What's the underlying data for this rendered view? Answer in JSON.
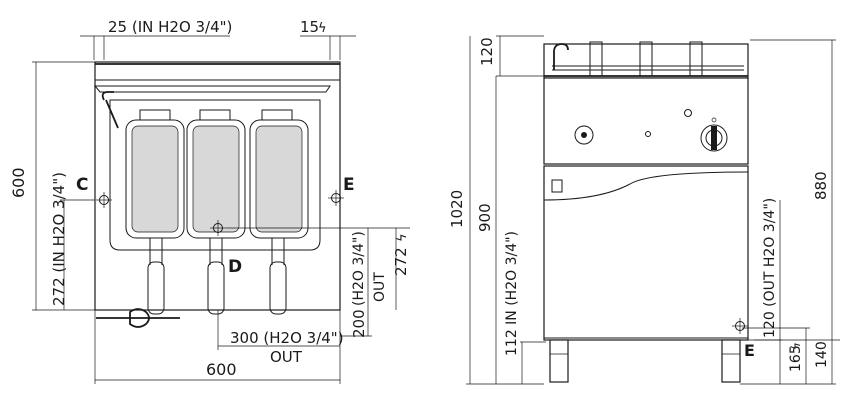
{
  "front_view": {
    "top_left_label": "25 (IN H2O 3/4\")",
    "top_right_label": "15",
    "height_label": "600",
    "left_lower_label": "272 (IN H2O 3/4\")",
    "marker_c": "C",
    "marker_e": "E",
    "marker_d": "D",
    "right_vertical_label": "272",
    "out_label_vertical": "(H2O 3/4\")",
    "out_word_vertical": "OUT",
    "lower_vertical_label": "200",
    "bottom_label_line1": "300  (H2O 3/4\")",
    "bottom_label_line2": "OUT",
    "width_label": "600"
  },
  "side_view": {
    "top_label": "120",
    "total_height_label": "1020",
    "inner_height_label": "900",
    "right_height_label": "880",
    "left_lower_label": "112 IN (H2O 3/4\")",
    "right_lower_label": "120 (OUT H2O 3/4\")",
    "marker_e": "E",
    "bottom_label_165": "165",
    "bottom_label_140": "140"
  },
  "colors": {
    "line": "#1a1a1a",
    "background": "#ffffff"
  }
}
